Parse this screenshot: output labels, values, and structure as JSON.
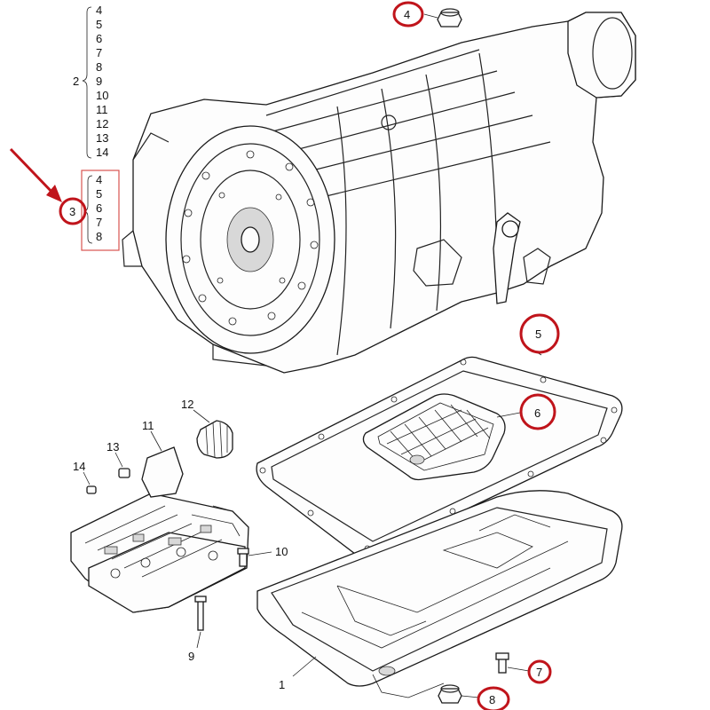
{
  "callouts": {
    "group2": {
      "label": "2",
      "items": [
        "4",
        "5",
        "6",
        "7",
        "8",
        "9",
        "10",
        "11",
        "12",
        "13",
        "14"
      ]
    },
    "group3": {
      "label": "3",
      "items": [
        "4",
        "5",
        "6",
        "7",
        "8"
      ]
    },
    "parts": {
      "p4": "4",
      "p5": "5",
      "p6": "6",
      "p12": "12",
      "p11": "11",
      "p13": "13",
      "p14": "14",
      "p10": "10",
      "p9": "9",
      "p1": "1",
      "p7": "7",
      "p8": "8"
    }
  },
  "colors": {
    "highlight": "#c0141b",
    "line": "#1a1a1a",
    "box": "#d9534f"
  }
}
